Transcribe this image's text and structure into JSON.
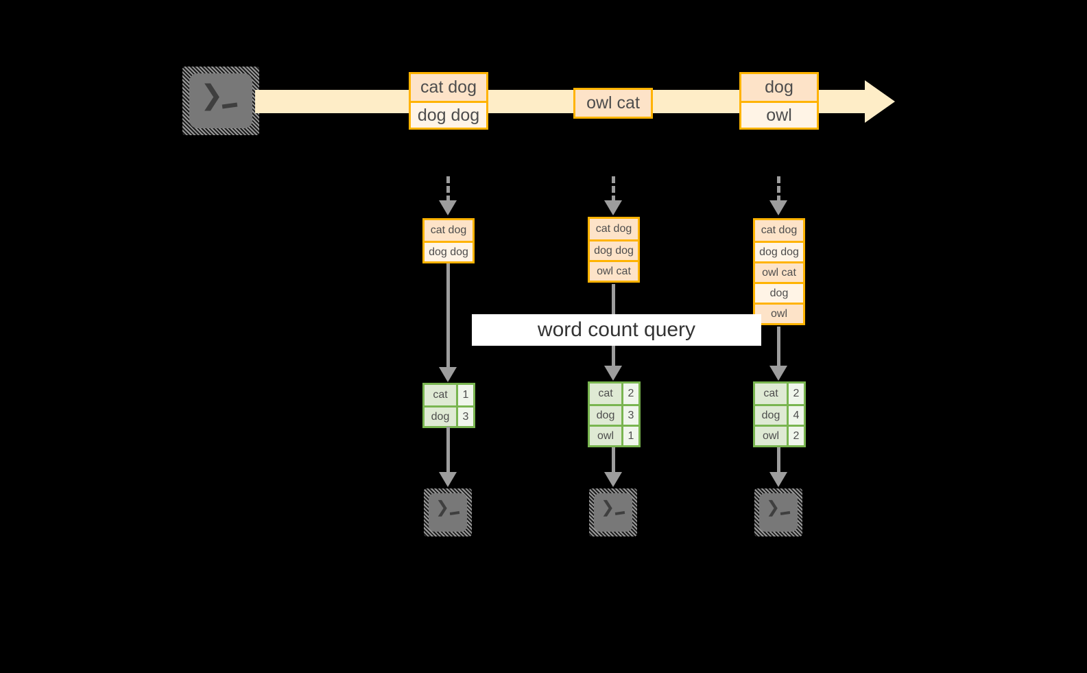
{
  "diagram": {
    "title_label": "word count query",
    "colors": {
      "stream_band": "#feedc7",
      "message_border": "#ffb300",
      "message_fill_shaded": "#fde3c8",
      "message_fill_plain": "#fff4e6",
      "result_border": "#79b550",
      "result_fill_word": "#dfead4",
      "result_fill_count": "#f0f6ec",
      "arrow_gray": "#9d9d9d",
      "terminal_screen": "#787878",
      "background": "#000000",
      "query_band": "#ffffff"
    },
    "source_terminal": {
      "icon": "terminal-icon",
      "prompt_chevron": "❯",
      "prompt_cursor": "_"
    },
    "stream": {
      "messages": [
        {
          "lines": [
            "cat dog",
            "dog dog"
          ]
        },
        {
          "lines": [
            "owl cat"
          ]
        },
        {
          "lines": [
            "dog",
            "owl"
          ]
        }
      ]
    },
    "columns": [
      {
        "accumulated": [
          "cat dog",
          "dog dog"
        ],
        "result": {
          "rows": [
            {
              "word": "cat",
              "count": "1"
            },
            {
              "word": "dog",
              "count": "3"
            }
          ]
        },
        "sink_terminal": {
          "icon": "terminal-icon",
          "prompt_chevron": "❯",
          "prompt_cursor": "_"
        }
      },
      {
        "accumulated": [
          "cat dog",
          "dog dog",
          "owl cat"
        ],
        "result": {
          "rows": [
            {
              "word": "cat",
              "count": "2"
            },
            {
              "word": "dog",
              "count": "3"
            },
            {
              "word": "owl",
              "count": "1"
            }
          ]
        },
        "sink_terminal": {
          "icon": "terminal-icon",
          "prompt_chevron": "❯",
          "prompt_cursor": "_"
        }
      },
      {
        "accumulated": [
          "cat dog",
          "dog dog",
          "owl cat",
          "dog",
          "owl"
        ],
        "result": {
          "rows": [
            {
              "word": "cat",
              "count": "2"
            },
            {
              "word": "dog",
              "count": "4"
            },
            {
              "word": "owl",
              "count": "2"
            }
          ]
        },
        "sink_terminal": {
          "icon": "terminal-icon",
          "prompt_chevron": "❯",
          "prompt_cursor": "_"
        }
      }
    ]
  }
}
